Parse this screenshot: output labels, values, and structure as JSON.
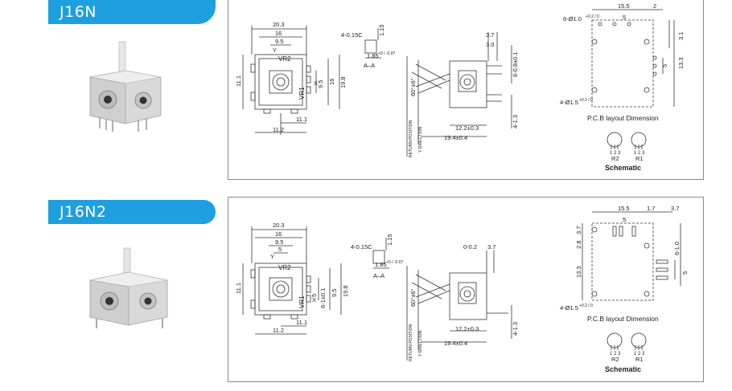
{
  "products": [
    {
      "name": "J16N",
      "front": {
        "w": "20.3",
        "w2": "16",
        "w3": "9.5",
        "vr2": "VR2",
        "vr1": "VR1",
        "left": "11.1",
        "h1": "9.5",
        "h2": "16",
        "h3": "19.8",
        "b1": "11.1",
        "b2": "11.2",
        "yax": "Y",
        "xax": "X"
      },
      "side": {
        "chamfer": "4-0.15C",
        "t1": "1.15",
        "t2": "1.85",
        "tol": "+0 / -0.07",
        "section": "A–A"
      },
      "profile": {
        "a": "3.7",
        "b": "3.0",
        "c": "6-0.8±0.1",
        "angle": "60°±6°",
        "d": "12.2±0.3",
        "e": "19.4±0.4",
        "f": "4-1.3",
        "dir1": "RETURN POSITION",
        "dir2": "Y DIRECTION"
      },
      "pcb": {
        "w": "15.5",
        "w2": "2",
        "holes": "6-Ø1.0",
        "holes_tol": "+0.2 / 0",
        "five": "5",
        "r1": "3.1",
        "r2": "5",
        "r3": "13.3",
        "mount": "4-Ø1.5",
        "mount_tol": "+0.2 / 0",
        "title": "P.C.B layout Dimension"
      },
      "schematic": {
        "r2": "R2",
        "r1": "R1",
        "pins": "1 2 3",
        "title": "Schematic"
      }
    },
    {
      "name": "J16N2",
      "front": {
        "w": "20.3",
        "w2": "16",
        "w3": "9.5",
        "w4": "5",
        "vr2": "VR2",
        "vr1": "VR1",
        "left": "11.1",
        "h1": "9.5",
        "h2": "6-1±0.1",
        "h3": "19.8",
        "h4": "5",
        "b1": "11.1",
        "b2": "11.2",
        "yax": "Y",
        "xax": "X"
      },
      "side": {
        "chamfer": "4-0.15C",
        "t1": "1.15",
        "t2": "1.85",
        "tol": "+0 / -0.07",
        "section": "A–A"
      },
      "profile": {
        "a": "0-0.2",
        "b": "3.7",
        "angle": "60°±6°",
        "d": "12.2±0.3",
        "e": "19.4±0.4",
        "f": "4-1.3",
        "dir1": "RETURN POSITION",
        "dir2": "Y DIRECTION"
      },
      "pcb": {
        "w": "15.5",
        "w2": "1.7",
        "w3": "3.7",
        "five": "5",
        "r0": "2.8",
        "r00": "3.7",
        "r1": "6-1.0",
        "r2": "5",
        "r3": "13.3",
        "mount": "4-Ø1.5",
        "mount_tol": "+0.2 / 0",
        "title": "P.C.B layout Dimension"
      },
      "schematic": {
        "r2": "R2",
        "r1": "R1",
        "pins": "1 2 3",
        "title": "Schematic"
      }
    }
  ]
}
